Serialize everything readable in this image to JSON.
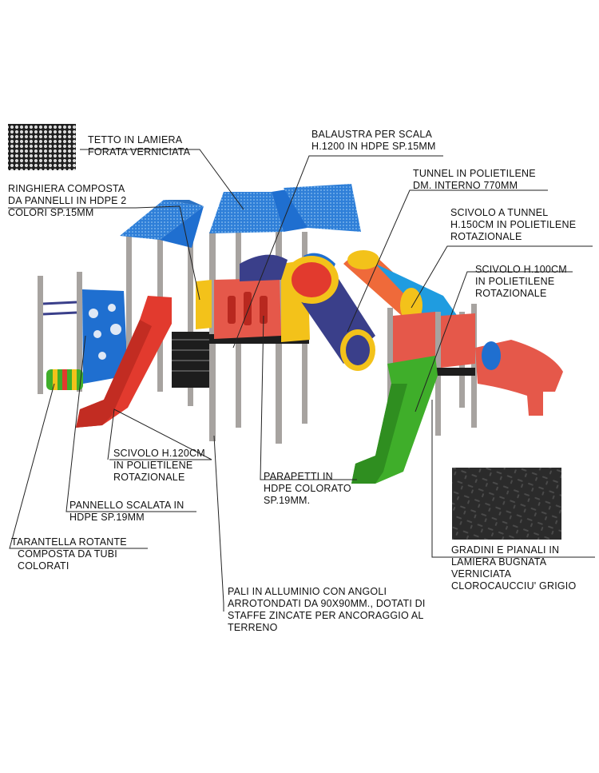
{
  "labels": {
    "tetto": [
      "TETTO IN LAMIERA",
      "FORATA VERNICIATA"
    ],
    "balaustra": [
      "BALAUSTRA PER SCALA",
      "H.1200 IN HDPE SP.15MM"
    ],
    "tunnel": [
      "TUNNEL IN POLIETILENE",
      "DM. INTERNO 770MM"
    ],
    "ringhiera": [
      "RINGHIERA COMPOSTA",
      "DA PANNELLI IN HDPE 2",
      "COLORI SP.15MM"
    ],
    "scivolo_tunnel": [
      "SCIVOLO A TUNNEL",
      "H.150CM IN POLIETILENE",
      "ROTAZIONALE"
    ],
    "scivolo_100": [
      "SCIVOLO H.100CM",
      "IN POLIETILENE",
      "ROTAZIONALE"
    ],
    "scivolo_120": [
      "SCIVOLO H.120CM",
      "IN POLIETILENE",
      "ROTAZIONALE"
    ],
    "parapetti": [
      "PARAPETTI IN",
      "HDPE COLORATO",
      "SP.19MM."
    ],
    "pannello": [
      "PANNELLO SCALATA IN",
      "HDPE SP.19MM"
    ],
    "tarantella": [
      "TARANTELLA ROTANTE",
      "COMPOSTA DA TUBI",
      "COLORATI"
    ],
    "gradini": [
      "GRADINI E PIANALI IN",
      "LAMIERA BUGNATA",
      "VERNICIATA",
      "CLOROCAUCCIU' GRIGIO"
    ],
    "pali": [
      "PALI IN ALLUMINIO CON ANGOLI",
      "ARROTONDATI DA 90X90MM., DOTATI DI",
      "STAFFE ZINCATE PER ANCORAGGIO AL",
      "TERRENO"
    ]
  },
  "colors": {
    "roof_blue": "#2f7fd8",
    "slide_red": "#e23a2e",
    "slide_green": "#3fae2a",
    "tunnel_navy": "#3a3f8a",
    "ring_yellow": "#f3c21a",
    "tunnel_orange": "#ef6a3a",
    "panel_blue": "#1f6fd0",
    "post_grey": "#a7a3a0",
    "deck_black": "#1d1d1d",
    "leader_line": "#222222"
  },
  "icons": [
    "perforated-sheet-swatch-icon",
    "tread-plate-swatch-icon"
  ]
}
